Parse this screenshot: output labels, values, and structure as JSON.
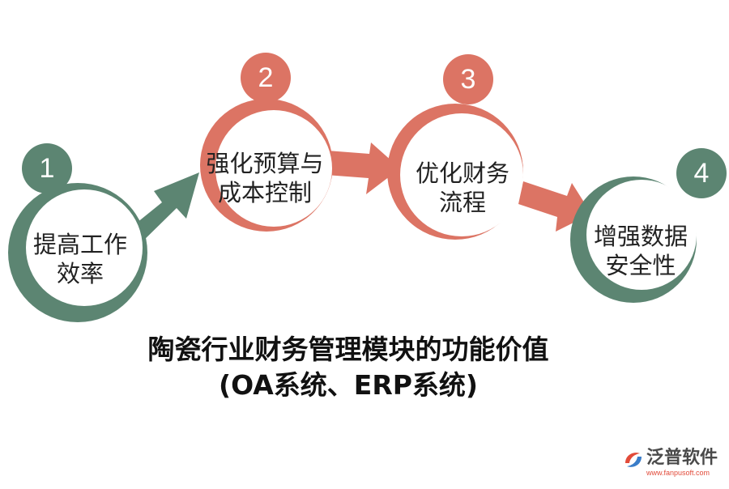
{
  "colors": {
    "green": "#5c8572",
    "red": "#dc7464",
    "white": "#ffffff",
    "text": "#222222"
  },
  "steps": [
    {
      "number": "1",
      "line1": "提高工作",
      "line2": "效率",
      "color": "green"
    },
    {
      "number": "2",
      "line1": "强化预算与",
      "line2": "成本控制",
      "color": "red"
    },
    {
      "number": "3",
      "line1": "优化财务",
      "line2": "流程",
      "color": "red"
    },
    {
      "number": "4",
      "line1": "增强数据",
      "line2": "安全性",
      "color": "green"
    }
  ],
  "title": {
    "line1": "陶瓷行业财务管理模块的功能价值",
    "line2": "(OA系统、ERP系统)"
  },
  "logo": {
    "name": "泛普软件",
    "url": "www.fanpusoft.com",
    "icon": "fanpu-logo-icon"
  }
}
